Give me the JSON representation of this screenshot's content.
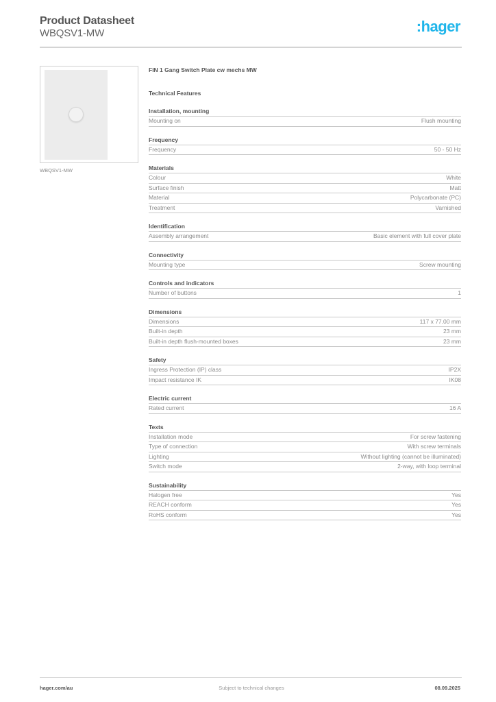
{
  "header": {
    "title": "Product Datasheet",
    "subtitle": "WBQSV1-MW",
    "logo_text": ":hager",
    "logo_color": "#1fb5ea"
  },
  "product_image": {
    "caption": "WBQSV1-MW"
  },
  "product": {
    "name": "FIN 1 Gang Switch Plate cw mechs MW",
    "features_heading": "Technical Features"
  },
  "sections": [
    {
      "title": "Installation, mounting",
      "rows": [
        {
          "label": "Mounting on",
          "value": "Flush mounting"
        }
      ]
    },
    {
      "title": "Frequency",
      "rows": [
        {
          "label": "Frequency",
          "value": "50 - 50 Hz"
        }
      ]
    },
    {
      "title": "Materials",
      "rows": [
        {
          "label": "Colour",
          "value": "White"
        },
        {
          "label": "Surface finish",
          "value": "Matt"
        },
        {
          "label": "Material",
          "value": "Polycarbonate (PC)"
        },
        {
          "label": "Treatment",
          "value": "Varnished"
        }
      ]
    },
    {
      "title": "Identification",
      "rows": [
        {
          "label": "Assembly arrangement",
          "value": "Basic element with full cover plate"
        }
      ]
    },
    {
      "title": "Connectivity",
      "rows": [
        {
          "label": "Mounting type",
          "value": "Screw mounting"
        }
      ]
    },
    {
      "title": "Controls and indicators",
      "rows": [
        {
          "label": "Number of buttons",
          "value": "1"
        }
      ]
    },
    {
      "title": "Dimensions",
      "rows": [
        {
          "label": "Dimensions",
          "value": "117 x 77.00 mm"
        },
        {
          "label": "Built-in depth",
          "value": "23 mm"
        },
        {
          "label": "Built-in depth flush-mounted boxes",
          "value": "23 mm"
        }
      ]
    },
    {
      "title": "Safety",
      "rows": [
        {
          "label": "Ingress Protection (IP) class",
          "value": "IP2X"
        },
        {
          "label": "Impact resistance IK",
          "value": "IK08"
        }
      ]
    },
    {
      "title": "Electric current",
      "rows": [
        {
          "label": "Rated current",
          "value": "16 A"
        }
      ]
    },
    {
      "title": "Texts",
      "rows": [
        {
          "label": "Installation mode",
          "value": "For screw fastening"
        },
        {
          "label": "Type of connection",
          "value": "With screw terminals"
        },
        {
          "label": "Lighting",
          "value": "Without lighting (cannot be illuminated)"
        },
        {
          "label": "Switch mode",
          "value": "2-way, with loop terminal"
        }
      ]
    },
    {
      "title": "Sustainability",
      "rows": [
        {
          "label": "Halogen free",
          "value": "Yes"
        },
        {
          "label": "REACH conform",
          "value": "Yes"
        },
        {
          "label": "RoHS conform",
          "value": "Yes"
        }
      ]
    }
  ],
  "footer": {
    "website": "hager.com/au",
    "notice": "Subject to technical changes",
    "date": "08.09.2025"
  }
}
